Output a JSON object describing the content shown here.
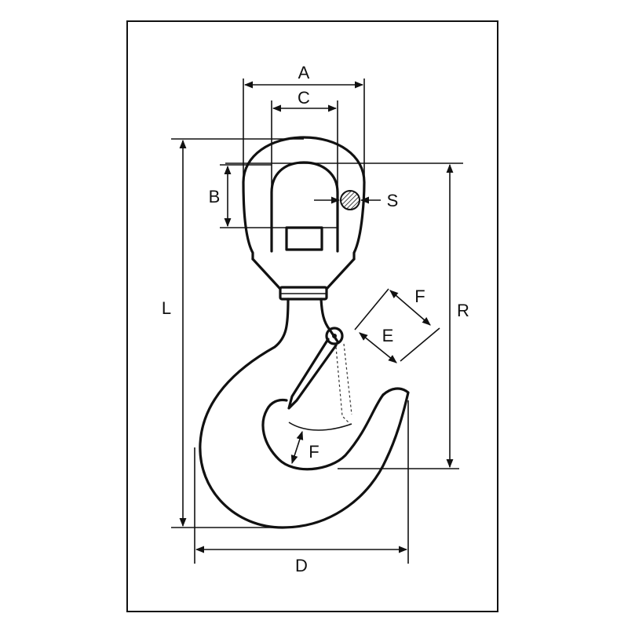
{
  "labels": {
    "A": "A",
    "B": "B",
    "C": "C",
    "D": "D",
    "E": "E",
    "F_upper": "F",
    "F_lower": "F",
    "L": "L",
    "R": "R",
    "S": "S"
  }
}
